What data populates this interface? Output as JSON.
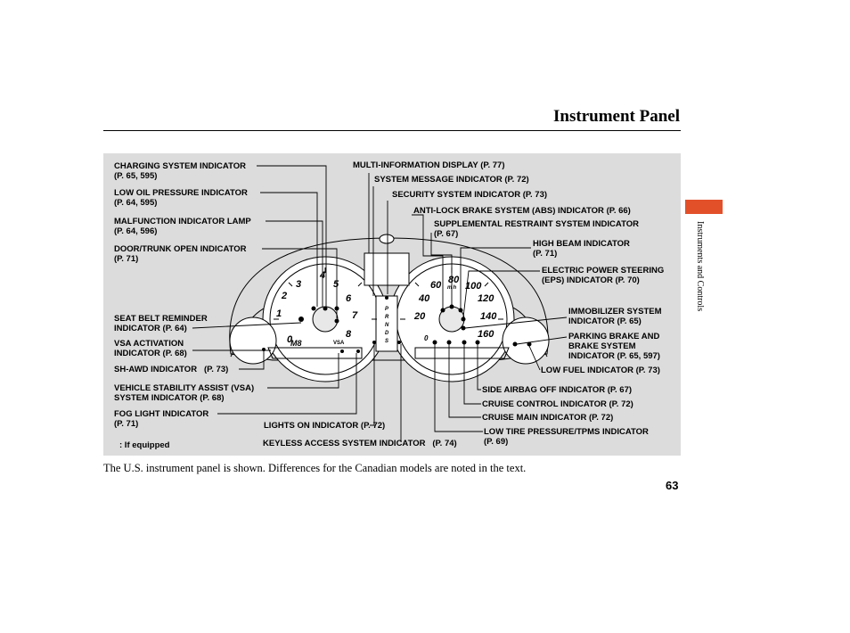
{
  "header": {
    "title": "Instrument Panel",
    "side_tab": "Instruments and Controls"
  },
  "labels": {
    "charging": {
      "name": "CHARGING SYSTEM INDICATOR",
      "pages": "(P. 65, 595)"
    },
    "low_oil": {
      "name": "LOW OIL PRESSURE INDICATOR",
      "pages": "(P. 64, 595)"
    },
    "malfunction": {
      "name": "MALFUNCTION INDICATOR LAMP",
      "pages": "(P. 64, 596)"
    },
    "door_trunk": {
      "name": "DOOR/TRUNK OPEN INDICATOR",
      "pages": "(P. 71)"
    },
    "seat_belt": {
      "name1": "SEAT BELT REMINDER",
      "name2": "INDICATOR",
      "pages": "(P. 64)"
    },
    "vsa_activation": {
      "name1": "VSA ACTIVATION",
      "name2": "INDICATOR",
      "pages": "(P. 68)"
    },
    "sh_awd": {
      "name": "SH-AWD INDICATOR",
      "pages": "(P. 73)"
    },
    "vsa_system": {
      "name1": "VEHICLE STABILITY ASSIST (VSA)",
      "name2": "SYSTEM INDICATOR",
      "pages": "(P. 68)"
    },
    "fog": {
      "name": "FOG LIGHT INDICATOR",
      "pages": "(P. 71)"
    },
    "if_equipped": ":   If equipped",
    "multi_info": {
      "name": "MULTI-INFORMATION DISPLAY",
      "pages": "(P. 77)"
    },
    "sys_msg": {
      "name": "SYSTEM MESSAGE INDICATOR",
      "pages": "(P. 72)"
    },
    "security": {
      "name": "SECURITY SYSTEM INDICATOR",
      "pages": "(P. 73)"
    },
    "abs": {
      "name": "ANTI-LOCK BRAKE SYSTEM (ABS) INDICATOR",
      "pages": "(P. 66)"
    },
    "srs": {
      "name": "SUPPLEMENTAL RESTRAINT SYSTEM INDICATOR",
      "pages": "(P. 67)"
    },
    "high_beam": {
      "name": "HIGH BEAM INDICATOR",
      "pages": "(P. 71)"
    },
    "eps": {
      "name1": "ELECTRIC POWER STEERING",
      "name2": "(EPS) INDICATOR",
      "pages": "(P. 70)"
    },
    "immobilizer": {
      "name1": "IMMOBILIZER SYSTEM",
      "name2": "INDICATOR",
      "pages": "(P. 65)"
    },
    "parking": {
      "name1": "PARKING BRAKE AND",
      "name2": "BRAKE SYSTEM",
      "name3": "INDICATOR",
      "pages": "(P. 65, 597)"
    },
    "low_fuel": {
      "name": "LOW FUEL INDICATOR",
      "pages": "(P. 73)"
    },
    "side_airbag": {
      "name": "SIDE AIRBAG OFF INDICATOR",
      "pages": "(P. 67)"
    },
    "cruise_control": {
      "name": "CRUISE CONTROL INDICATOR",
      "pages": "(P. 72)"
    },
    "cruise_main": {
      "name": "CRUISE MAIN INDICATOR",
      "pages": "(P. 72)"
    },
    "tpms": {
      "name": "LOW TIRE PRESSURE/TPMS INDICATOR",
      "pages": "(P. 69)"
    },
    "lights_on": {
      "name": "LIGHTS ON INDICATOR",
      "pages": "(P. 72)"
    },
    "keyless": {
      "name": "KEYLESS ACCESS SYSTEM INDICATOR",
      "pages": "(P. 74)"
    }
  },
  "gauges": {
    "tach_numbers": [
      "0",
      "1",
      "2",
      "3",
      "4",
      "5",
      "6",
      "7",
      "8"
    ],
    "speedo_numbers": [
      "0",
      "20",
      "40",
      "60",
      "80",
      "100",
      "120",
      "140",
      "160"
    ],
    "speedo_unit": "m h",
    "prnds": [
      "P",
      "R",
      "N",
      "D",
      "S"
    ],
    "vsa_text": "VSA",
    "mode_text": "M8"
  },
  "footer": {
    "caption": "The U.S. instrument panel is shown. Differences for the Canadian models are noted in the text.",
    "page_number": "63"
  }
}
